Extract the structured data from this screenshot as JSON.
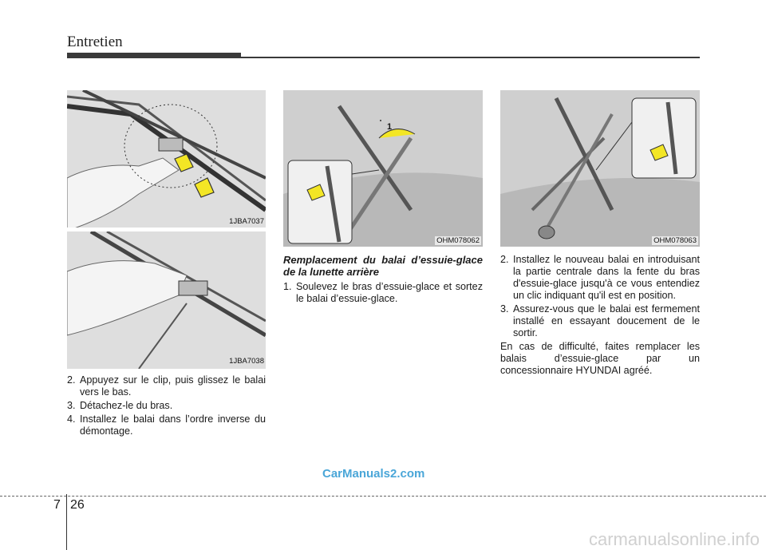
{
  "header": {
    "title": "Entretien"
  },
  "figures": {
    "fig1": {
      "code": "1JBA7037"
    },
    "fig2": {
      "code": "1JBA7038"
    },
    "fig3": {
      "code": "OHM078062",
      "callout": "1"
    },
    "fig4": {
      "code": "OHM078063"
    }
  },
  "col1": {
    "items": [
      {
        "num": "2.",
        "text": "Appuyez sur le clip, puis glissez le balai vers le bas."
      },
      {
        "num": "3.",
        "text": "Détachez-le du bras."
      },
      {
        "num": "4.",
        "text": "Installez le balai dans l’ordre inverse du démontage."
      }
    ]
  },
  "col2": {
    "heading": "Remplacement du balai d’essuie-glace de la lunette arrière",
    "items": [
      {
        "num": "1.",
        "text": "Soulevez le bras d’essuie-glace et sortez le balai d’essuie-glace."
      }
    ]
  },
  "col3": {
    "items": [
      {
        "num": "2.",
        "text": "Installez le nouveau balai en introduisant la partie centrale dans la fente du bras d'essuie-glace jusqu'à ce vous entendiez un clic indiquant qu'il est en position."
      },
      {
        "num": "3.",
        "text": "Assurez-vous que le balai est fermement installé en essayant doucement de le sortir."
      }
    ],
    "note": "En cas de difficulté, faites remplacer les balais d’essuie-glace par un concessionnaire HYUNDAI agréé."
  },
  "watermark": "CarManuals2.com",
  "footer": {
    "chapter": "7",
    "page": "26",
    "site": "carmanualsonline.info"
  },
  "colors": {
    "arrow": "#f3e625",
    "rule": "#3a3a3a",
    "watermark": "#4aa6d8"
  }
}
